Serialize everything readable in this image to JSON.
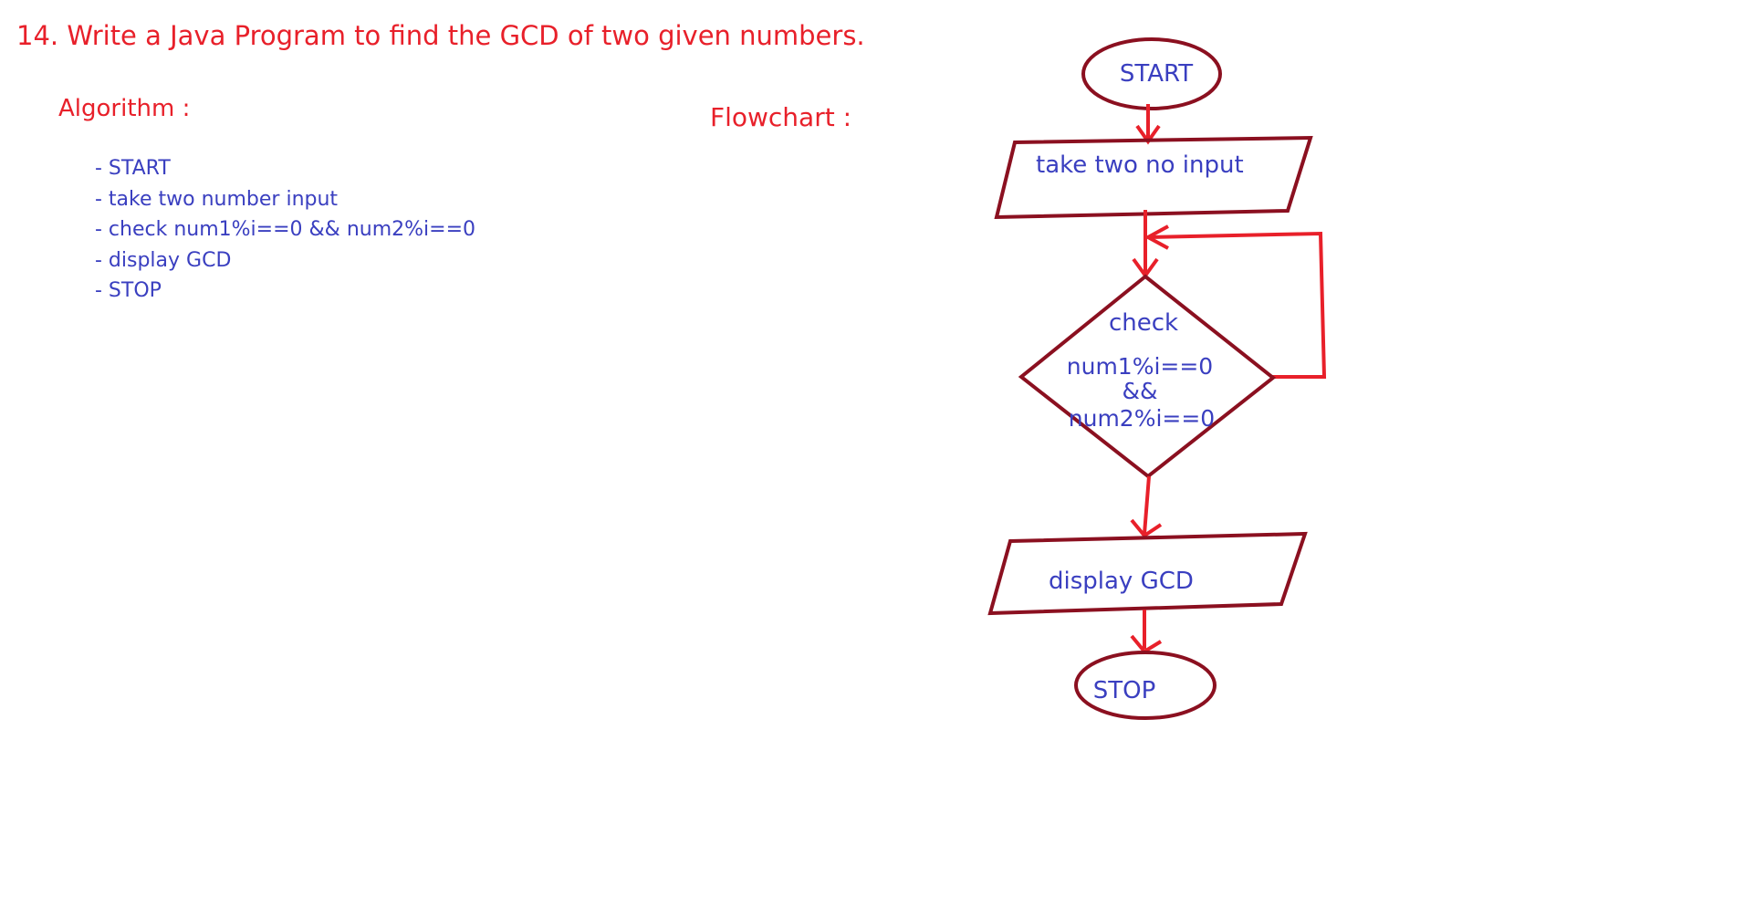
{
  "colors": {
    "heading": "#e8202a",
    "text": "#3a3fc0",
    "shape_outline": "#8b1020",
    "arrow": "#e8202a",
    "background": "#ffffff"
  },
  "question": "14. Write a Java Program to find the GCD of two given numbers.",
  "algorithm": {
    "heading": "Algorithm :",
    "steps": [
      "- START",
      "- take two number input",
      "- check num1%i==0 && num2%i==0",
      "- display GCD",
      "- STOP"
    ]
  },
  "flowchart": {
    "heading": "Flowchart :",
    "start_label": "START",
    "input_label": "take two no input",
    "decision_lines": [
      "check",
      "num1%i==0",
      "&&",
      "num2%i==0"
    ],
    "output_label": "display GCD",
    "stop_label": "STOP"
  }
}
